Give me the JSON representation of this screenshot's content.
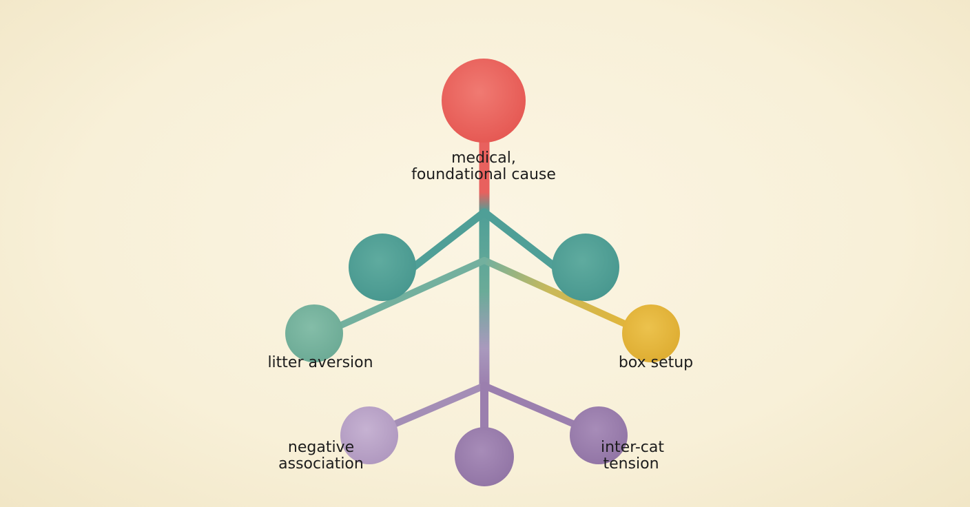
{
  "nodes": {
    "root": {
      "label_line1": "medical,",
      "label_line2": "foundational cause"
    },
    "left_inner": {},
    "right_inner": {},
    "litter": {
      "label": "litter aversion"
    },
    "box": {
      "label": "box setup"
    },
    "negative": {
      "label_line1": "negative",
      "label_line2": "association"
    },
    "bottom_center": {},
    "intercat": {
      "label_line1": "inter-cat",
      "label_line2": "tension"
    }
  },
  "colors": {
    "root": "#e8615e",
    "teal_dark": "#4f9f97",
    "teal_light": "#73b09e",
    "yellow": "#e2b53a",
    "purple_light": "#b7a0c6",
    "purple": "#9b7fae"
  }
}
